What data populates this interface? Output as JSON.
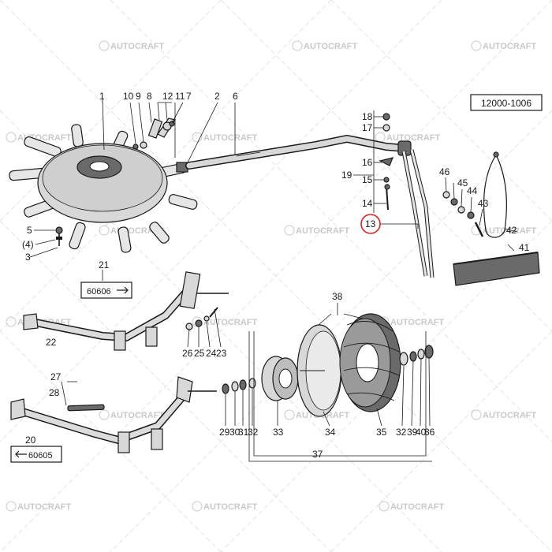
{
  "watermark": "AUTOCRAFT",
  "drawing_number": "12000-1006",
  "ref_arrows": {
    "upper": "60606",
    "lower": "60605"
  },
  "highlighted_callout": "13",
  "callouts": [
    "1",
    "2",
    "3",
    "4",
    "5",
    "6",
    "7",
    "8",
    "9",
    "10",
    "11",
    "12",
    "13",
    "14",
    "15",
    "16",
    "17",
    "18",
    "19",
    "20",
    "21",
    "22",
    "23",
    "24",
    "25",
    "26",
    "27",
    "28",
    "29",
    "30",
    "31",
    "32",
    "33",
    "34",
    "35",
    "36",
    "37",
    "38",
    "39",
    "40",
    "41",
    "42",
    "43",
    "44",
    "45",
    "46"
  ],
  "callout_labels": {
    "c4": "(4)",
    "c12": "12",
    "c32b": "32"
  },
  "colors": {
    "ink": "#1a1a1a",
    "highlight": "#e02020",
    "watermark": "#c9c9c9"
  }
}
